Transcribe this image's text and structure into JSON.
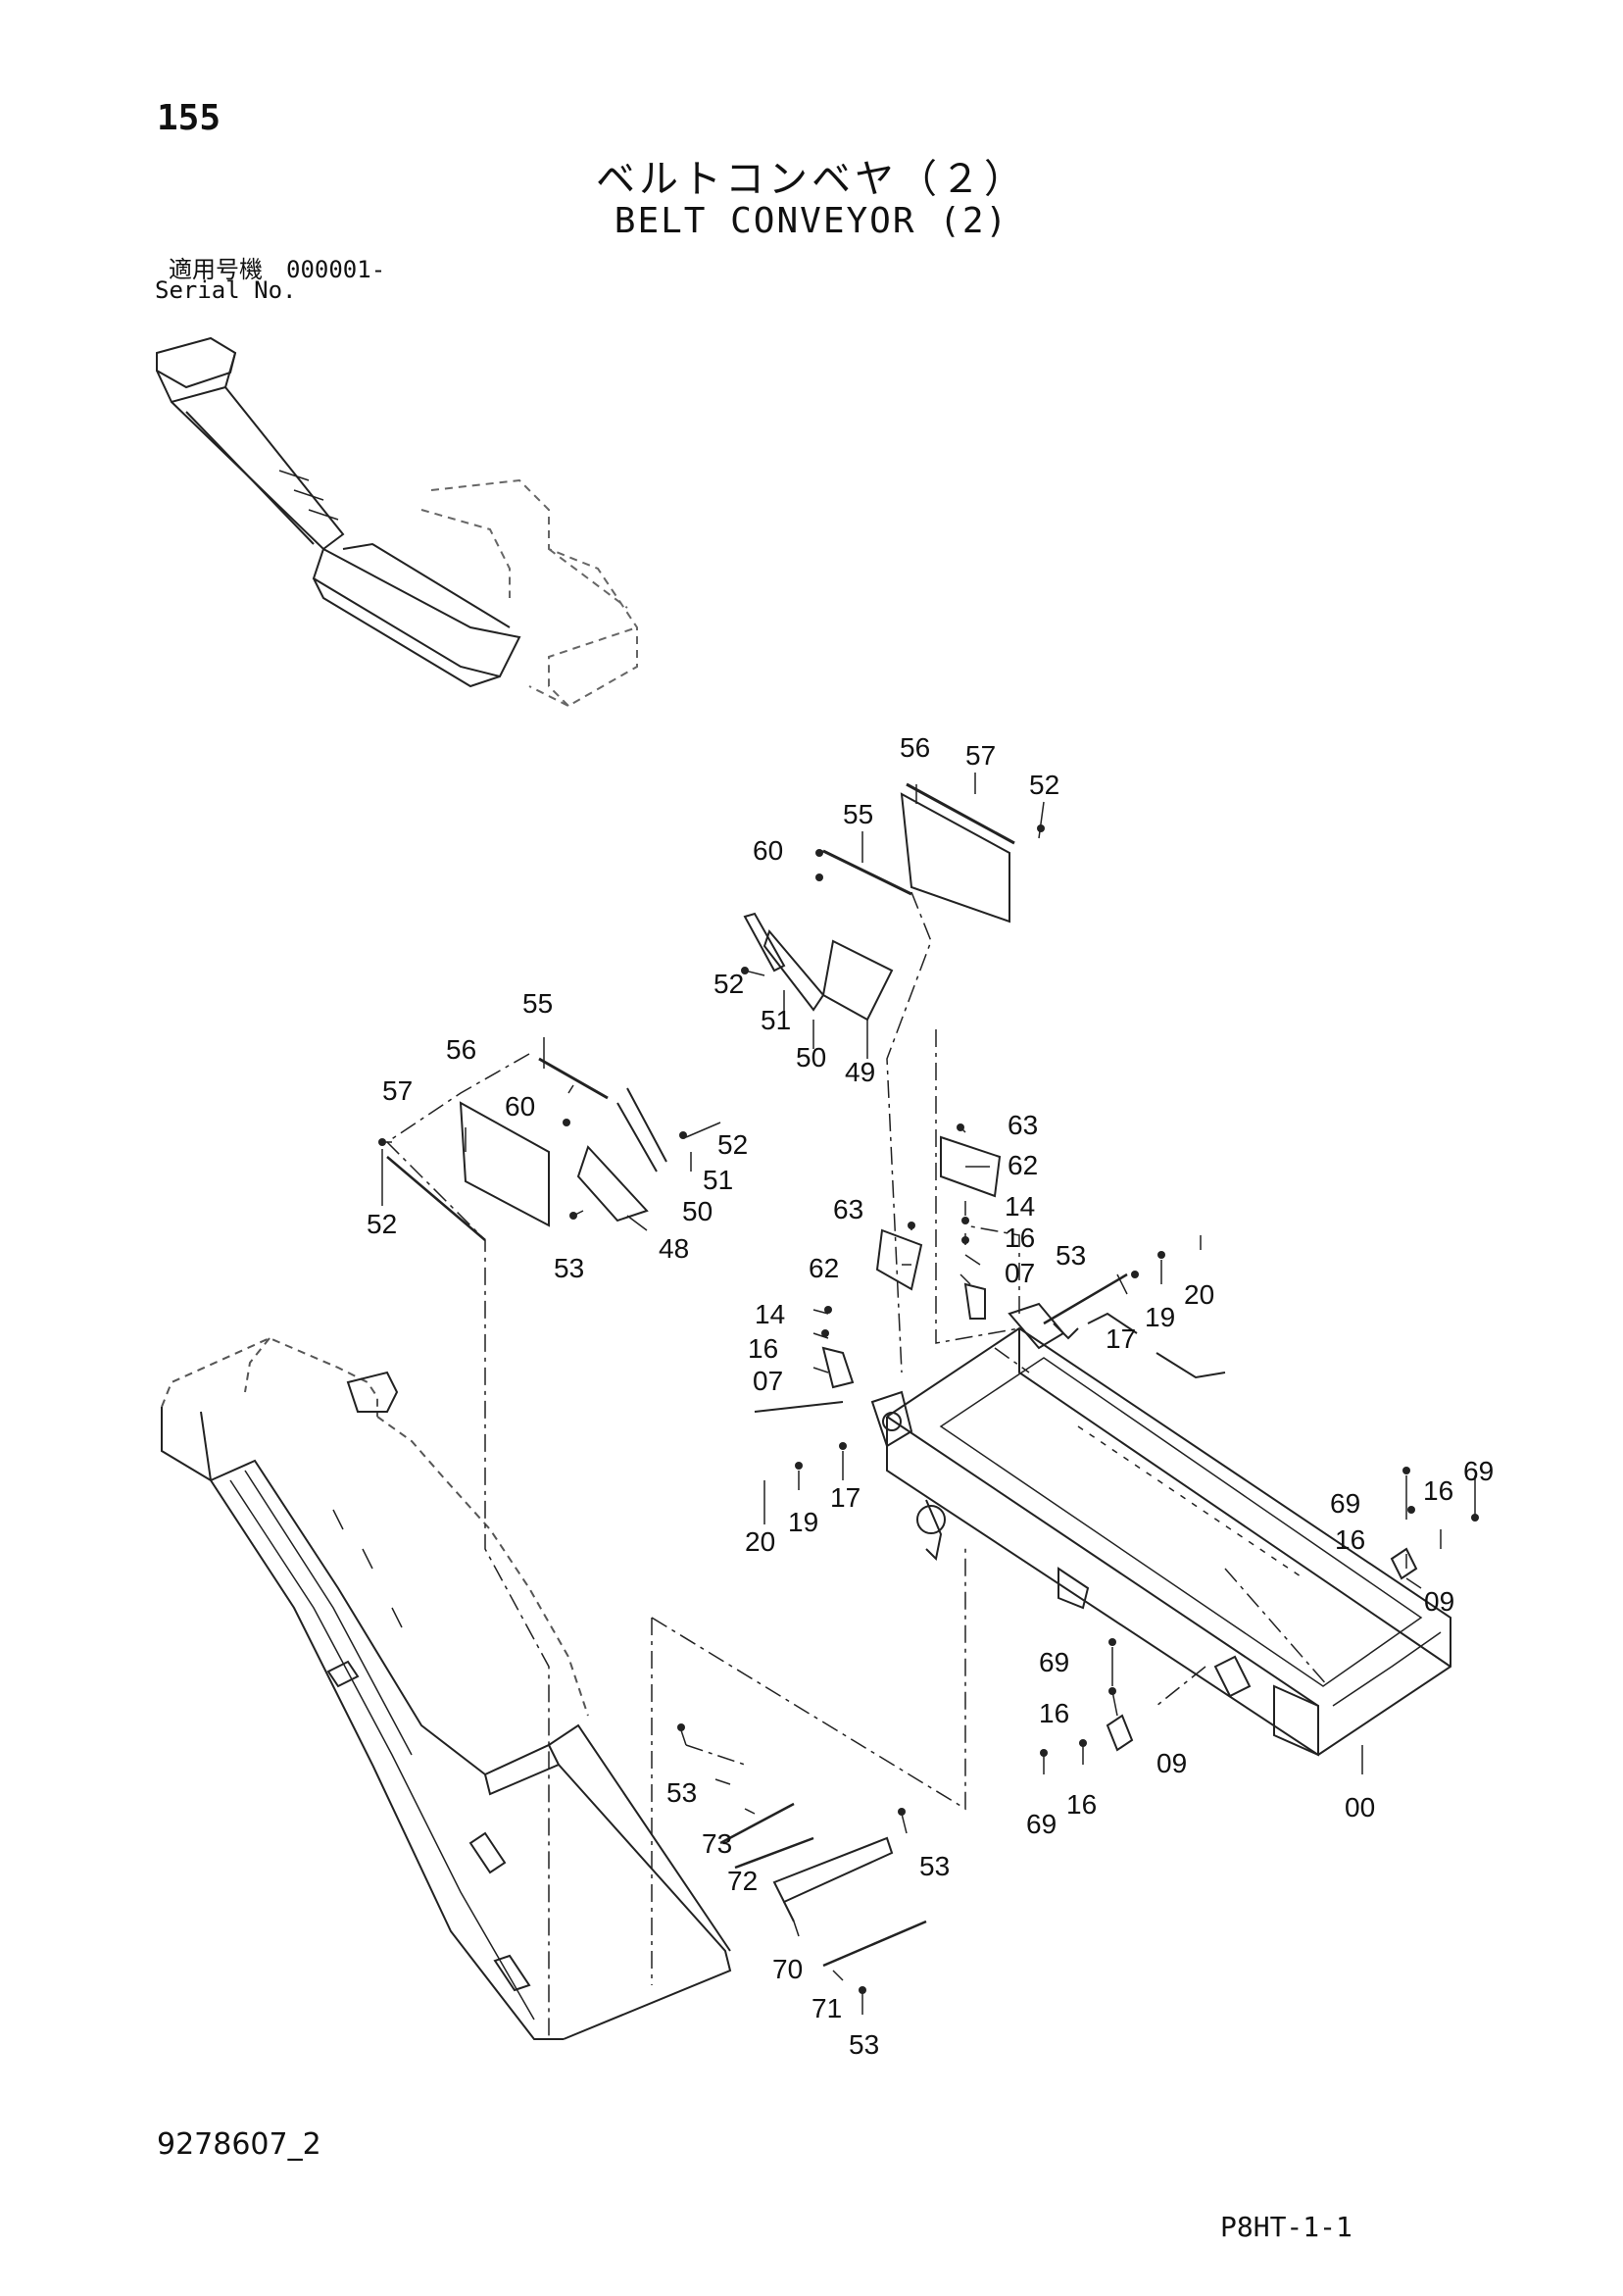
{
  "header": {
    "page_number": "155",
    "title_jp": "ベルトコンベヤ（２）",
    "title_en": "BELT CONVEYOR (2)",
    "serial_label_jp": "適用号機　000001-",
    "serial_label_en": "Serial No."
  },
  "footer": {
    "drawing_number": "9278607_2",
    "page_code": "P8HT-1-1"
  },
  "callouts": [
    "56",
    "57",
    "52",
    "55",
    "60",
    "52",
    "51",
    "50",
    "49",
    "55",
    "56",
    "57",
    "60",
    "52",
    "51",
    "50",
    "48",
    "52",
    "53",
    "63",
    "62",
    "14",
    "16",
    "07",
    "53",
    "20",
    "19",
    "17",
    "63",
    "62",
    "14",
    "16",
    "07",
    "20",
    "19",
    "17",
    "69",
    "16",
    "16",
    "69",
    "09",
    "69",
    "16",
    "09",
    "69",
    "16",
    "00",
    "53",
    "73",
    "72",
    "53",
    "70",
    "71",
    "53"
  ]
}
